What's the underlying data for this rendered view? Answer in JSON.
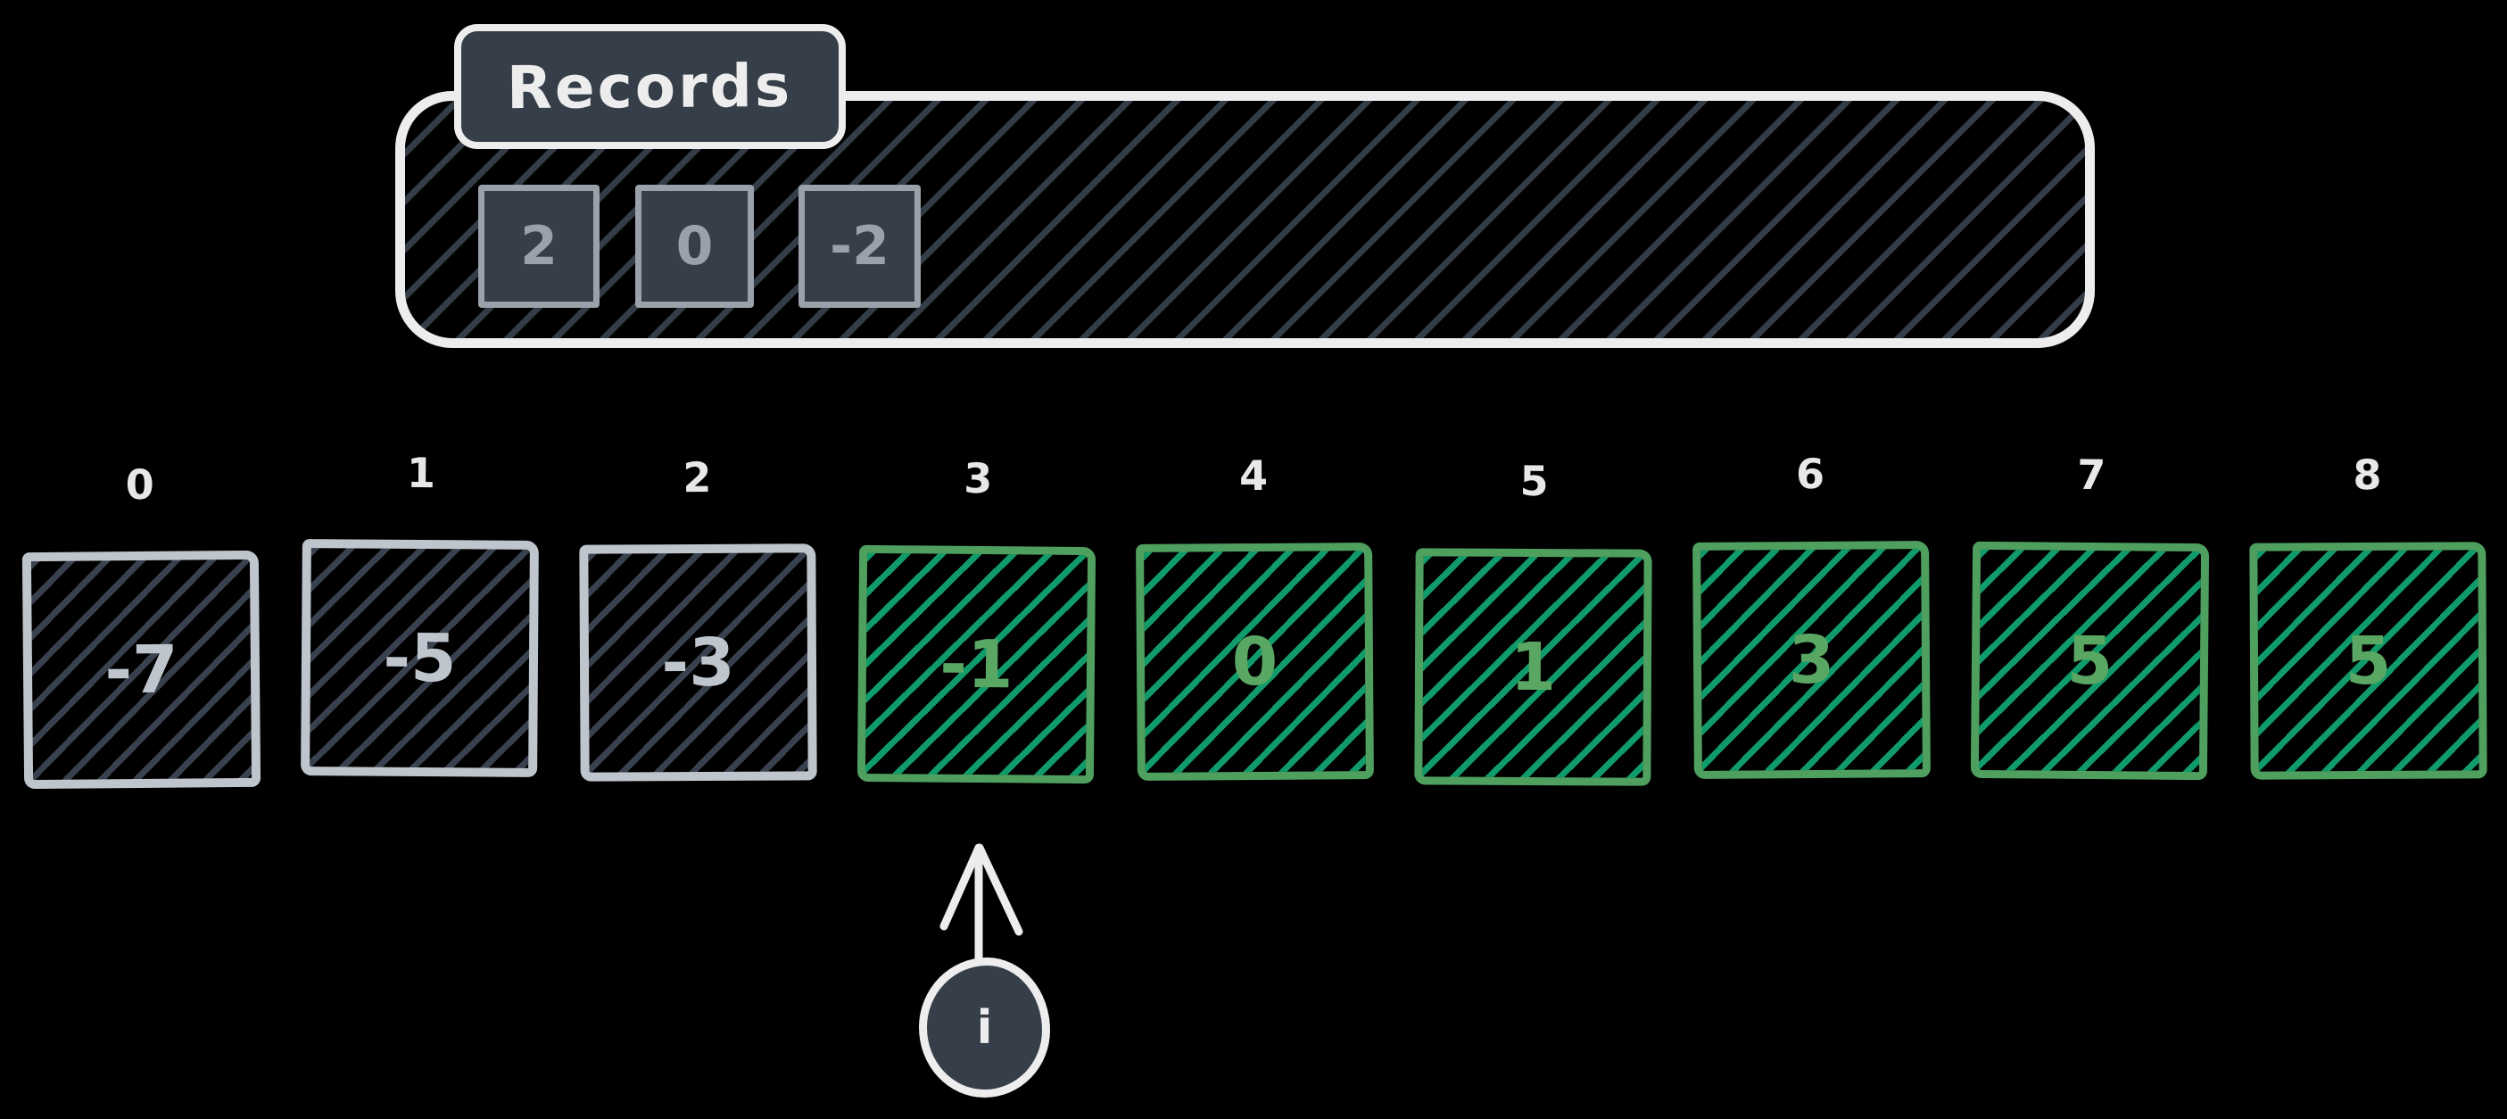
{
  "records_panel": {
    "label": "Records",
    "values": [
      "2",
      "0",
      "-2"
    ]
  },
  "array": {
    "cells": [
      {
        "index": "0",
        "value": "-7",
        "state": "gray"
      },
      {
        "index": "1",
        "value": "-5",
        "state": "gray"
      },
      {
        "index": "2",
        "value": "-3",
        "state": "gray"
      },
      {
        "index": "3",
        "value": "-1",
        "state": "green"
      },
      {
        "index": "4",
        "value": "0",
        "state": "green"
      },
      {
        "index": "5",
        "value": "1",
        "state": "green"
      },
      {
        "index": "6",
        "value": "3",
        "state": "green"
      },
      {
        "index": "7",
        "value": "5",
        "state": "green"
      },
      {
        "index": "8",
        "value": "5",
        "state": "green"
      }
    ]
  },
  "pointer": {
    "label": "i",
    "target_index": "3"
  },
  "colors": {
    "background": "#000000",
    "ink_white": "#ededed",
    "shape_fill": "#363f49",
    "panel_hatch": "#343c47",
    "record_gray": "#9aa1aa",
    "cell_gray": "#bec5cc",
    "cell_gray_hatch": "#3a414e",
    "green_stroke": "#4fa05f",
    "green_hatch": "#0f9c6a",
    "green_text": "#5aa763"
  }
}
